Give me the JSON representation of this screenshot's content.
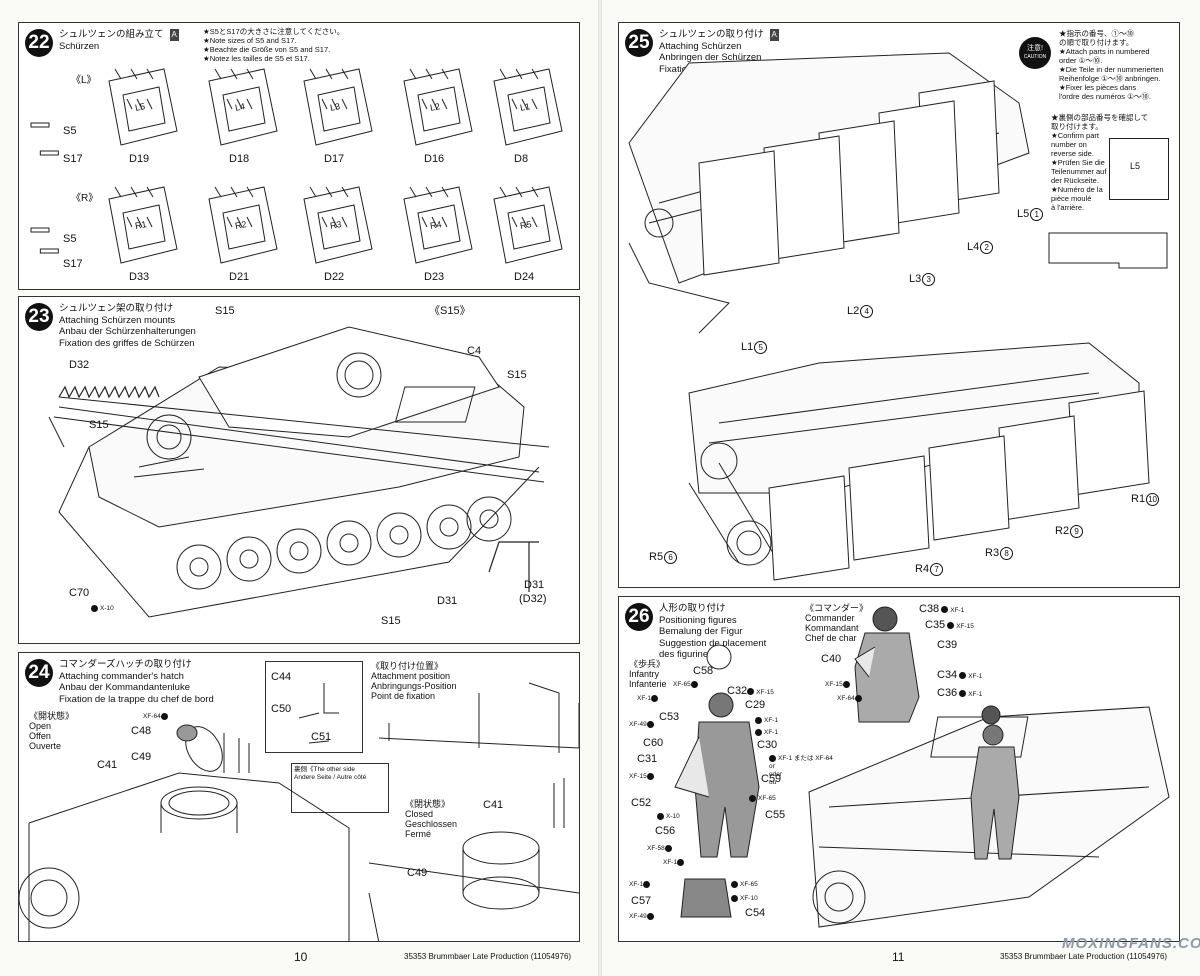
{
  "step22": {
    "num": "22",
    "title_jp": "シュルツェンの組み立て",
    "tag": "A",
    "title_en": "Schürzen",
    "notes": [
      "★S5とS17の大きさに注意してください。",
      "★Note sizes of S5 and S17.",
      "★Beachte die Größe von S5 and S17.",
      "★Notez les tailles de S5 et S17."
    ],
    "row_l_label": "《L》",
    "row_r_label": "《R》",
    "part_s5": "S5",
    "part_s17": "S17",
    "plates_l": [
      {
        "mark": "L5",
        "part": "D19"
      },
      {
        "mark": "L4",
        "part": "D18"
      },
      {
        "mark": "L3",
        "part": "D17"
      },
      {
        "mark": "L2",
        "part": "D16"
      },
      {
        "mark": "L1",
        "part": "D8"
      }
    ],
    "plates_r": [
      {
        "mark": "R1",
        "part": "D33"
      },
      {
        "mark": "R2",
        "part": "D21"
      },
      {
        "mark": "R3",
        "part": "D22"
      },
      {
        "mark": "R4",
        "part": "D23"
      },
      {
        "mark": "R5",
        "part": "D24"
      }
    ]
  },
  "step23": {
    "num": "23",
    "title_jp": "シュルツェン架の取り付け",
    "title_en": "Attaching Schürzen mounts",
    "title_de": "Anbau der Schürzenhalterungen",
    "title_fr": "Fixation des griffes de Schürzen",
    "labels": {
      "s15a": "S15",
      "s15b": "S15",
      "s15c": "S15",
      "s15d": "S15",
      "s15_inset": "《S15》",
      "c4": "C4",
      "d32": "D32",
      "c70": "C70",
      "c70_paint": "X-10",
      "d31": "D31",
      "d31b": "D31",
      "d32b": "(D32)"
    }
  },
  "step24": {
    "num": "24",
    "title_jp": "コマンダーズハッチの取り付け",
    "title_en": "Attaching commander's hatch",
    "title_de": "Anbau der Kommandantenluke",
    "title_fr": "Fixation de la trappe du chef de bord",
    "open_jp": "《開状態》",
    "open_en": "Open",
    "open_de": "Offen",
    "open_fr": "Ouverte",
    "closed_jp": "《閉状態》",
    "closed_en": "Closed",
    "closed_de": "Geschlossen",
    "closed_fr": "Fermé",
    "pos_jp": "《取り付け位置》",
    "pos_en": "Attachment position",
    "pos_de": "Anbringungs-Position",
    "pos_fr": "Point de fixation",
    "other_jp": "裏側《The other side",
    "other_de": "Andere Seite / Autre côté",
    "labels": {
      "c44": "C44",
      "c50": "C50",
      "c51": "C51",
      "c48": "C48",
      "c48_paint": "XF-64",
      "c49": "C49",
      "c41": "C41",
      "c41b": "C41",
      "c49b": "C49"
    }
  },
  "step25": {
    "num": "25",
    "title_jp": "シュルツェンの取り付け",
    "tag": "A",
    "title_en": "Attaching Schürzen",
    "title_de": "Anbringen der Schürzen",
    "title_fr": "Fixation des Schürzen",
    "caution_jp": "注意!",
    "caution_en": "CAUTION",
    "notes1": [
      "★指示の番号、①〜⑩",
      "の順で取り付けます。",
      "★Attach parts in numbered",
      "order ①〜⑩.",
      "★Die Teile in der nummerierten",
      "Reihenfolge ①〜⑩ anbringen.",
      "★Fixer les pièces dans",
      "l'ordre des numéros ①〜⑩."
    ],
    "notes2": [
      "★裏側の部品番号を確認して",
      "取り付けます。",
      "★Confirm part",
      "number on",
      "reverse side.",
      "★Prüfen Sie die",
      "Teilenummer auf",
      "der Rückseite.",
      "★Numéro de la",
      "pièce moulé",
      "à l'arrière."
    ],
    "inset_mark": "L5",
    "left_skirts": [
      {
        "label": "L5",
        "n": "1"
      },
      {
        "label": "L4",
        "n": "2"
      },
      {
        "label": "L3",
        "n": "3"
      },
      {
        "label": "L2",
        "n": "4"
      },
      {
        "label": "L1",
        "n": "5"
      }
    ],
    "right_skirts": [
      {
        "label": "R1",
        "n": "10"
      },
      {
        "label": "R2",
        "n": "9"
      },
      {
        "label": "R3",
        "n": "8"
      },
      {
        "label": "R4",
        "n": "7"
      },
      {
        "label": "R5",
        "n": "6"
      }
    ]
  },
  "step26": {
    "num": "26",
    "title_jp": "人形の取り付け",
    "title_en": "Positioning figures",
    "title_de": "Bemalung der Figur",
    "title_fr": "Suggestion de placement",
    "title_fr2": "des figurines",
    "commander_jp": "《コマンダー》",
    "commander_en": "Commander",
    "commander_de": "Kommandant",
    "commander_fr": "Chef de char",
    "infantry_jp": "《歩兵》",
    "infantry_en": "Infantry",
    "infantry_de": "Infanterie",
    "cmd_parts": [
      {
        "part": "C38",
        "paint": "XF-1"
      },
      {
        "part": "C35",
        "paint": "XF-15"
      },
      {
        "part": "C40",
        "paint": ""
      },
      {
        "part": "C39",
        "paint": ""
      },
      {
        "part": "C34",
        "paint": "XF-1"
      },
      {
        "part": "C36",
        "paint": "XF-1"
      }
    ],
    "cmd_paints": {
      "a": "XF-15",
      "b": "XF-64"
    },
    "inf_parts": {
      "c58": "C58",
      "c32": "C32",
      "c29": "C29",
      "c53": "C53",
      "c60": "C60",
      "c30": "C30",
      "c31": "C31",
      "c59": "C59",
      "c52": "C52",
      "c55": "C55",
      "c56": "C56",
      "c57": "C57",
      "c54": "C54"
    },
    "inf_paints": {
      "p1": "XF-65",
      "p2": "XF-15",
      "p3": "XF-1",
      "p4": "XF-49",
      "p5": "XF-1",
      "p6": "XF-1",
      "p7": "XF-1 または XF-64",
      "p7b": "or",
      "p7c": "oder",
      "p7d": "ou",
      "p8": "XF-15",
      "p9": "XF-65",
      "p10": "X-10",
      "p11": "XF-58",
      "p12": "XF-1",
      "p13": "XF-1",
      "p14": "XF-65",
      "p15": "XF-10",
      "p16": "XF-49"
    }
  },
  "footer": {
    "page_left": "10",
    "page_right": "11",
    "left_code": "35353  Brummbaer Late Production (11054976)",
    "right_code": "35353  Brummbaer Late Production (11054976)",
    "watermark": "MOXINGFANS.COM"
  }
}
